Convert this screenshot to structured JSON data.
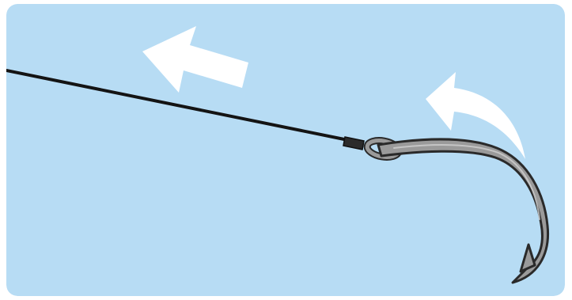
{
  "scene": {
    "description_icons": [
      "arrow-left-icon",
      "curved-arrow-icon",
      "fishing-line",
      "crimp-sleeve",
      "fishing-hook"
    ],
    "colors": {
      "water": "#b7dcf4",
      "arrow": "#ffffff",
      "line": "#141414",
      "hook": "#9a9a9a",
      "outline": "#2a2a2a"
    }
  }
}
